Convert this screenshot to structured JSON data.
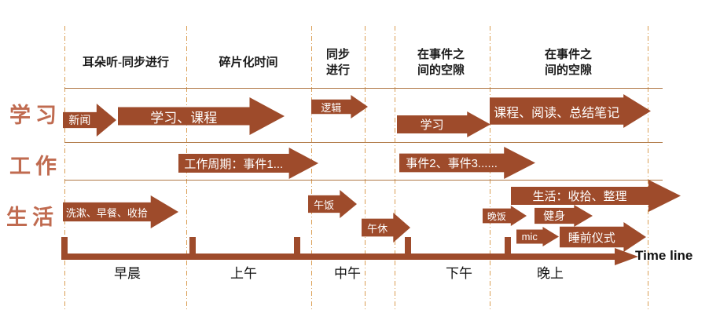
{
  "diagram_title": "",
  "row_labels": [
    "学习",
    "工作",
    "生活"
  ],
  "column_headers": [
    "耳朵听-同步进行",
    "碎片化时间",
    "同步进行",
    "在事件之间的空隙",
    "在事件之间的空隙"
  ],
  "arrows": [
    {
      "row": "学习",
      "label": "新闻"
    },
    {
      "row": "学习",
      "label": "学习、课程"
    },
    {
      "row": "学习",
      "label": "逻辑"
    },
    {
      "row": "学习",
      "label": "学习"
    },
    {
      "row": "学习",
      "label": "课程、阅读、总结笔记"
    },
    {
      "row": "工作",
      "label": "工作周期：事件1..."
    },
    {
      "row": "工作",
      "label": "事件2、事件3......"
    },
    {
      "row": "生活",
      "label": "洗漱、早餐、收拾"
    },
    {
      "row": "生活",
      "label": "午饭"
    },
    {
      "row": "生活",
      "label": "午休"
    },
    {
      "row": "生活",
      "label": "生活：收拾、整理"
    },
    {
      "row": "生活",
      "label": "晚饭"
    },
    {
      "row": "生活",
      "label": "健身"
    },
    {
      "row": "生活",
      "label": "mic"
    },
    {
      "row": "生活",
      "label": "睡前仪式"
    }
  ],
  "axis": {
    "period_labels": [
      "早晨",
      "上午",
      "中午",
      "下午",
      "晚上"
    ],
    "title": "Time line"
  },
  "colors": {
    "arrow_fill": "#9E4B2B",
    "axis_fill": "#9E4B2B",
    "row_label_text": "#C06B50",
    "vertical_guide": "#DA9E54",
    "horizontal_line": "#B07845",
    "header_text": "#1a1a1a",
    "arrow_text": "#ffffff",
    "background": "#ffffff"
  }
}
